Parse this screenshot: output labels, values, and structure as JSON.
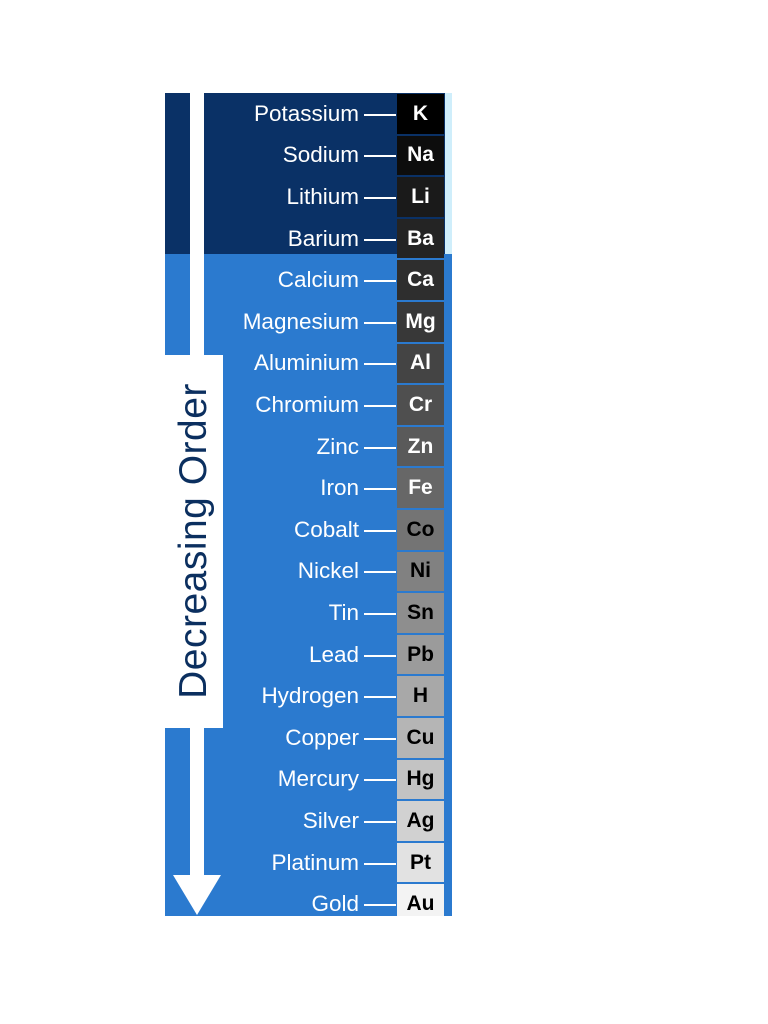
{
  "diagram": {
    "order_label": "Decreasing Order",
    "colors": {
      "dark_band": "#0a3166",
      "light_band": "#2b7acf",
      "edge_highlight": "#cfeefb",
      "label_text": "#ffffff",
      "arrow": "#ffffff"
    },
    "metals": [
      {
        "name": "Potassium",
        "symbol": "K",
        "cell_color": "#000000",
        "symbol_color": "#ffffff"
      },
      {
        "name": "Sodium",
        "symbol": "Na",
        "cell_color": "#0d0d0d",
        "symbol_color": "#ffffff"
      },
      {
        "name": "Lithium",
        "symbol": "Li",
        "cell_color": "#1a1a1a",
        "symbol_color": "#ffffff"
      },
      {
        "name": "Barium",
        "symbol": "Ba",
        "cell_color": "#242424",
        "symbol_color": "#ffffff"
      },
      {
        "name": "Calcium",
        "symbol": "Ca",
        "cell_color": "#2e2e2e",
        "symbol_color": "#ffffff"
      },
      {
        "name": "Magnesium",
        "symbol": "Mg",
        "cell_color": "#383838",
        "symbol_color": "#ffffff"
      },
      {
        "name": "Aluminium",
        "symbol": "Al",
        "cell_color": "#444444",
        "symbol_color": "#ffffff"
      },
      {
        "name": "Chromium",
        "symbol": "Cr",
        "cell_color": "#4f4f4f",
        "symbol_color": "#ffffff"
      },
      {
        "name": "Zinc",
        "symbol": "Zn",
        "cell_color": "#5a5a5a",
        "symbol_color": "#ffffff"
      },
      {
        "name": "Iron",
        "symbol": "Fe",
        "cell_color": "#676767",
        "symbol_color": "#ffffff"
      },
      {
        "name": "Cobalt",
        "symbol": "Co",
        "cell_color": "#747474",
        "symbol_color": "#000000"
      },
      {
        "name": "Nickel",
        "symbol": "Ni",
        "cell_color": "#818181",
        "symbol_color": "#000000"
      },
      {
        "name": "Tin",
        "symbol": "Sn",
        "cell_color": "#8e8e8e",
        "symbol_color": "#000000"
      },
      {
        "name": "Lead",
        "symbol": "Pb",
        "cell_color": "#9b9b9b",
        "symbol_color": "#000000"
      },
      {
        "name": "Hydrogen",
        "symbol": "H",
        "cell_color": "#a8a8a8",
        "symbol_color": "#000000"
      },
      {
        "name": "Copper",
        "symbol": "Cu",
        "cell_color": "#b5b5b5",
        "symbol_color": "#000000"
      },
      {
        "name": "Mercury",
        "symbol": "Hg",
        "cell_color": "#c3c3c3",
        "symbol_color": "#000000"
      },
      {
        "name": "Silver",
        "symbol": "Ag",
        "cell_color": "#d1d1d1",
        "symbol_color": "#000000"
      },
      {
        "name": "Platinum",
        "symbol": "Pt",
        "cell_color": "#e2e2e2",
        "symbol_color": "#000000"
      },
      {
        "name": "Gold",
        "symbol": "Au",
        "cell_color": "#f3f3f3",
        "symbol_color": "#000000"
      }
    ]
  }
}
